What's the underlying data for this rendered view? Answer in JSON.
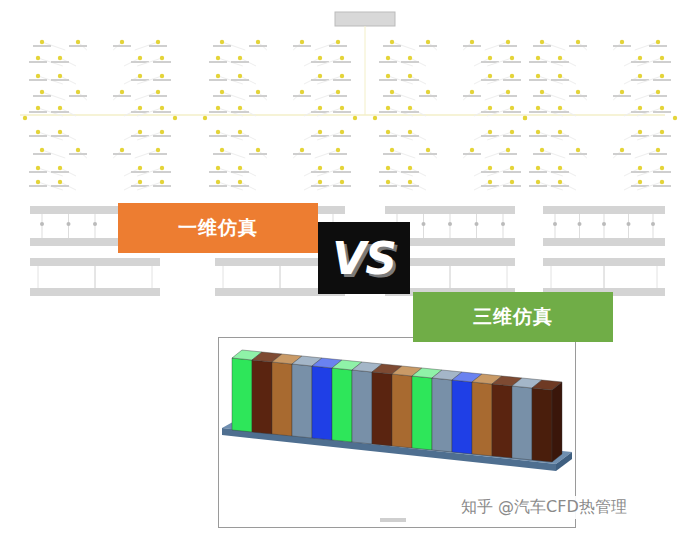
{
  "diagram": {
    "nodes": [
      {
        "text": [
          "一维仿真"
        ]
      },
      {
        "text": [
          "VS"
        ]
      },
      {
        "text": [
          "三维仿真"
        ]
      }
    ],
    "labels": [
      "知乎 @汽车CFD热管理"
    ]
  }
}
